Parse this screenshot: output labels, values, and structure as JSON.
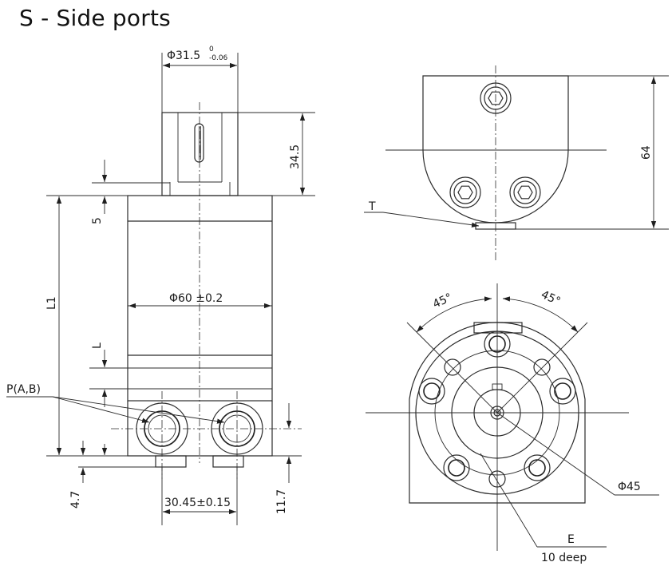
{
  "title": "S - Side ports",
  "labels": {
    "shaft_diameter": "Φ31.5",
    "shaft_tol_upper": "0",
    "shaft_tol_lower": "-0.06",
    "shaft_length": "34.5",
    "flange_thickness": "5",
    "body_length": "L1",
    "body_diameter": "Φ60 ±0.2",
    "length_l": "L",
    "ports": "P(A,B)",
    "offset_small": "4.7",
    "port_spacing": "30.45±0.15",
    "port_height": "11.7",
    "tank_port": "T",
    "side_height": "64",
    "angle_left": "45°",
    "angle_right": "45°",
    "bolt_circle": "Φ45",
    "thread": "E",
    "thread_depth": "10   deep"
  }
}
